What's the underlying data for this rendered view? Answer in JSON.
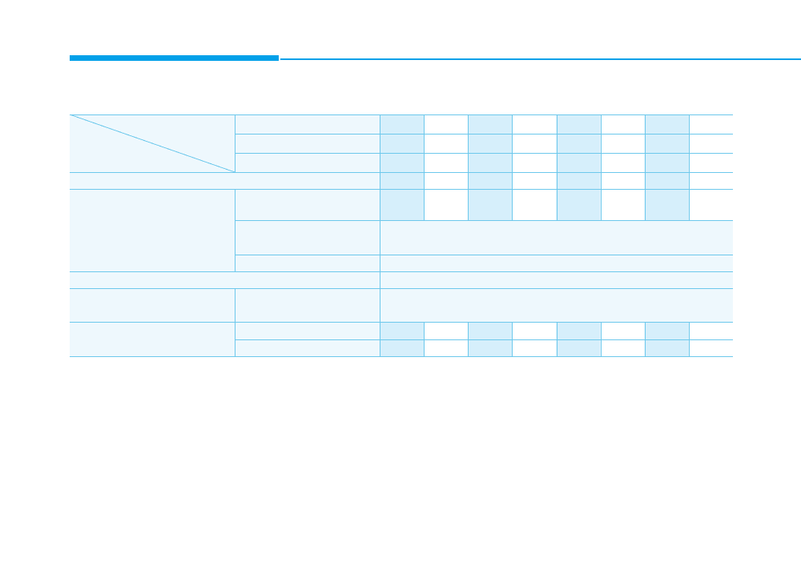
{
  "colors": {
    "accent": "#00a0e9",
    "rule": "#6cc8ec",
    "label_fill": "#eef8fd",
    "shade_fill": "#d6effb",
    "cell_fill": "#ffffff"
  },
  "header": {
    "title": ""
  },
  "table": {
    "columns": 8,
    "shaded_columns": [
      0,
      2,
      4,
      6
    ],
    "rows": [
      {
        "type": "grid"
      },
      {
        "type": "grid"
      },
      {
        "type": "grid"
      },
      {
        "type": "grid"
      },
      {
        "type": "grid"
      },
      {
        "type": "span"
      },
      {
        "type": "span"
      },
      {
        "type": "span"
      },
      {
        "type": "span"
      },
      {
        "type": "grid"
      },
      {
        "type": "grid"
      }
    ]
  }
}
